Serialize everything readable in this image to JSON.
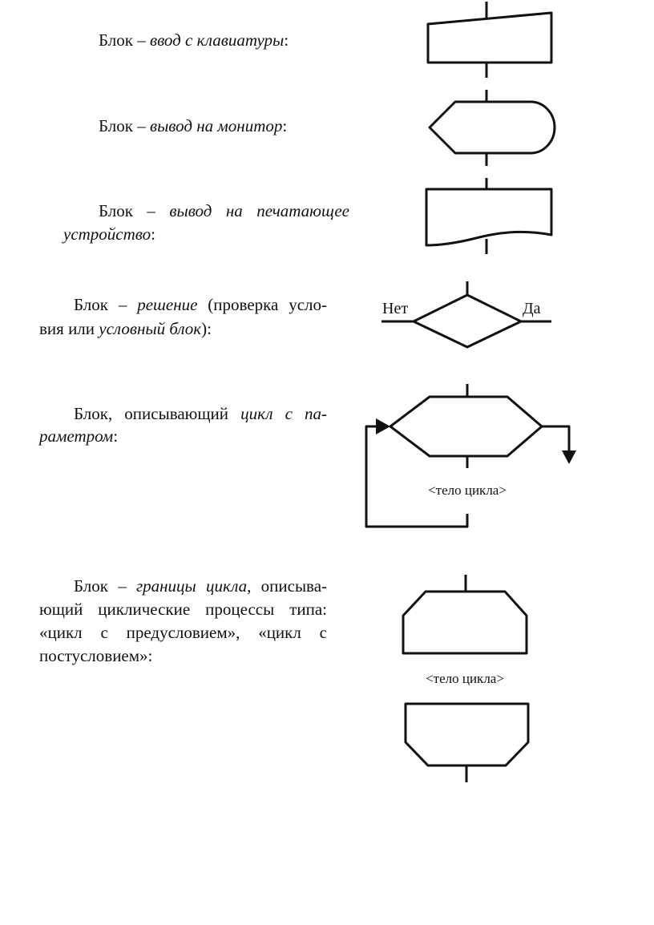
{
  "blocks": [
    {
      "name": "keyboard-input",
      "parts": [
        {
          "text": "Блок – ",
          "italic": false
        },
        {
          "text": "ввод с клавиатуры",
          "italic": true
        },
        {
          "text": ":",
          "italic": false
        }
      ]
    },
    {
      "name": "monitor-output",
      "parts": [
        {
          "text": "Блок – ",
          "italic": false
        },
        {
          "text": "вывод на монитор",
          "italic": true
        },
        {
          "text": ":",
          "italic": false
        }
      ]
    },
    {
      "name": "printer-output",
      "lines": [
        [
          {
            "text": "Блок – ",
            "italic": false
          },
          {
            "text": "вывод на печатающее",
            "italic": true
          }
        ],
        [
          {
            "text": "устройство",
            "italic": true
          },
          {
            "text": ":",
            "italic": false
          }
        ]
      ]
    },
    {
      "name": "decision",
      "lines": [
        [
          {
            "text": "Блок – ",
            "italic": false
          },
          {
            "text": "решение",
            "italic": true
          },
          {
            "text": " (проверка усло-",
            "italic": false
          }
        ],
        [
          {
            "text": "вия или ",
            "italic": false
          },
          {
            "text": "условный блок",
            "italic": true
          },
          {
            "text": "):",
            "italic": false
          }
        ]
      ],
      "label_no": "Нет",
      "label_yes": "Да"
    },
    {
      "name": "loop-with-parameter",
      "lines": [
        [
          {
            "text": "Блок, описывающий ",
            "italic": false
          },
          {
            "text": "цикл с па-",
            "italic": true
          }
        ],
        [
          {
            "text": "раметром",
            "italic": true
          },
          {
            "text": ":",
            "italic": false
          }
        ]
      ],
      "body_label": "<тело цикла>"
    },
    {
      "name": "loop-boundary",
      "lines": [
        [
          {
            "text": "Блок – ",
            "italic": false
          },
          {
            "text": "границы цикла",
            "italic": true
          },
          {
            "text": ", описыва-",
            "italic": false
          }
        ],
        [
          {
            "text": "ющий циклические процессы типа:",
            "italic": false
          }
        ],
        [
          {
            "text": "«цикл с предусловием», «цикл с",
            "italic": false
          }
        ],
        [
          {
            "text": "постусловием»:",
            "italic": false
          }
        ]
      ],
      "body_label": "<тело цикла>"
    }
  ]
}
